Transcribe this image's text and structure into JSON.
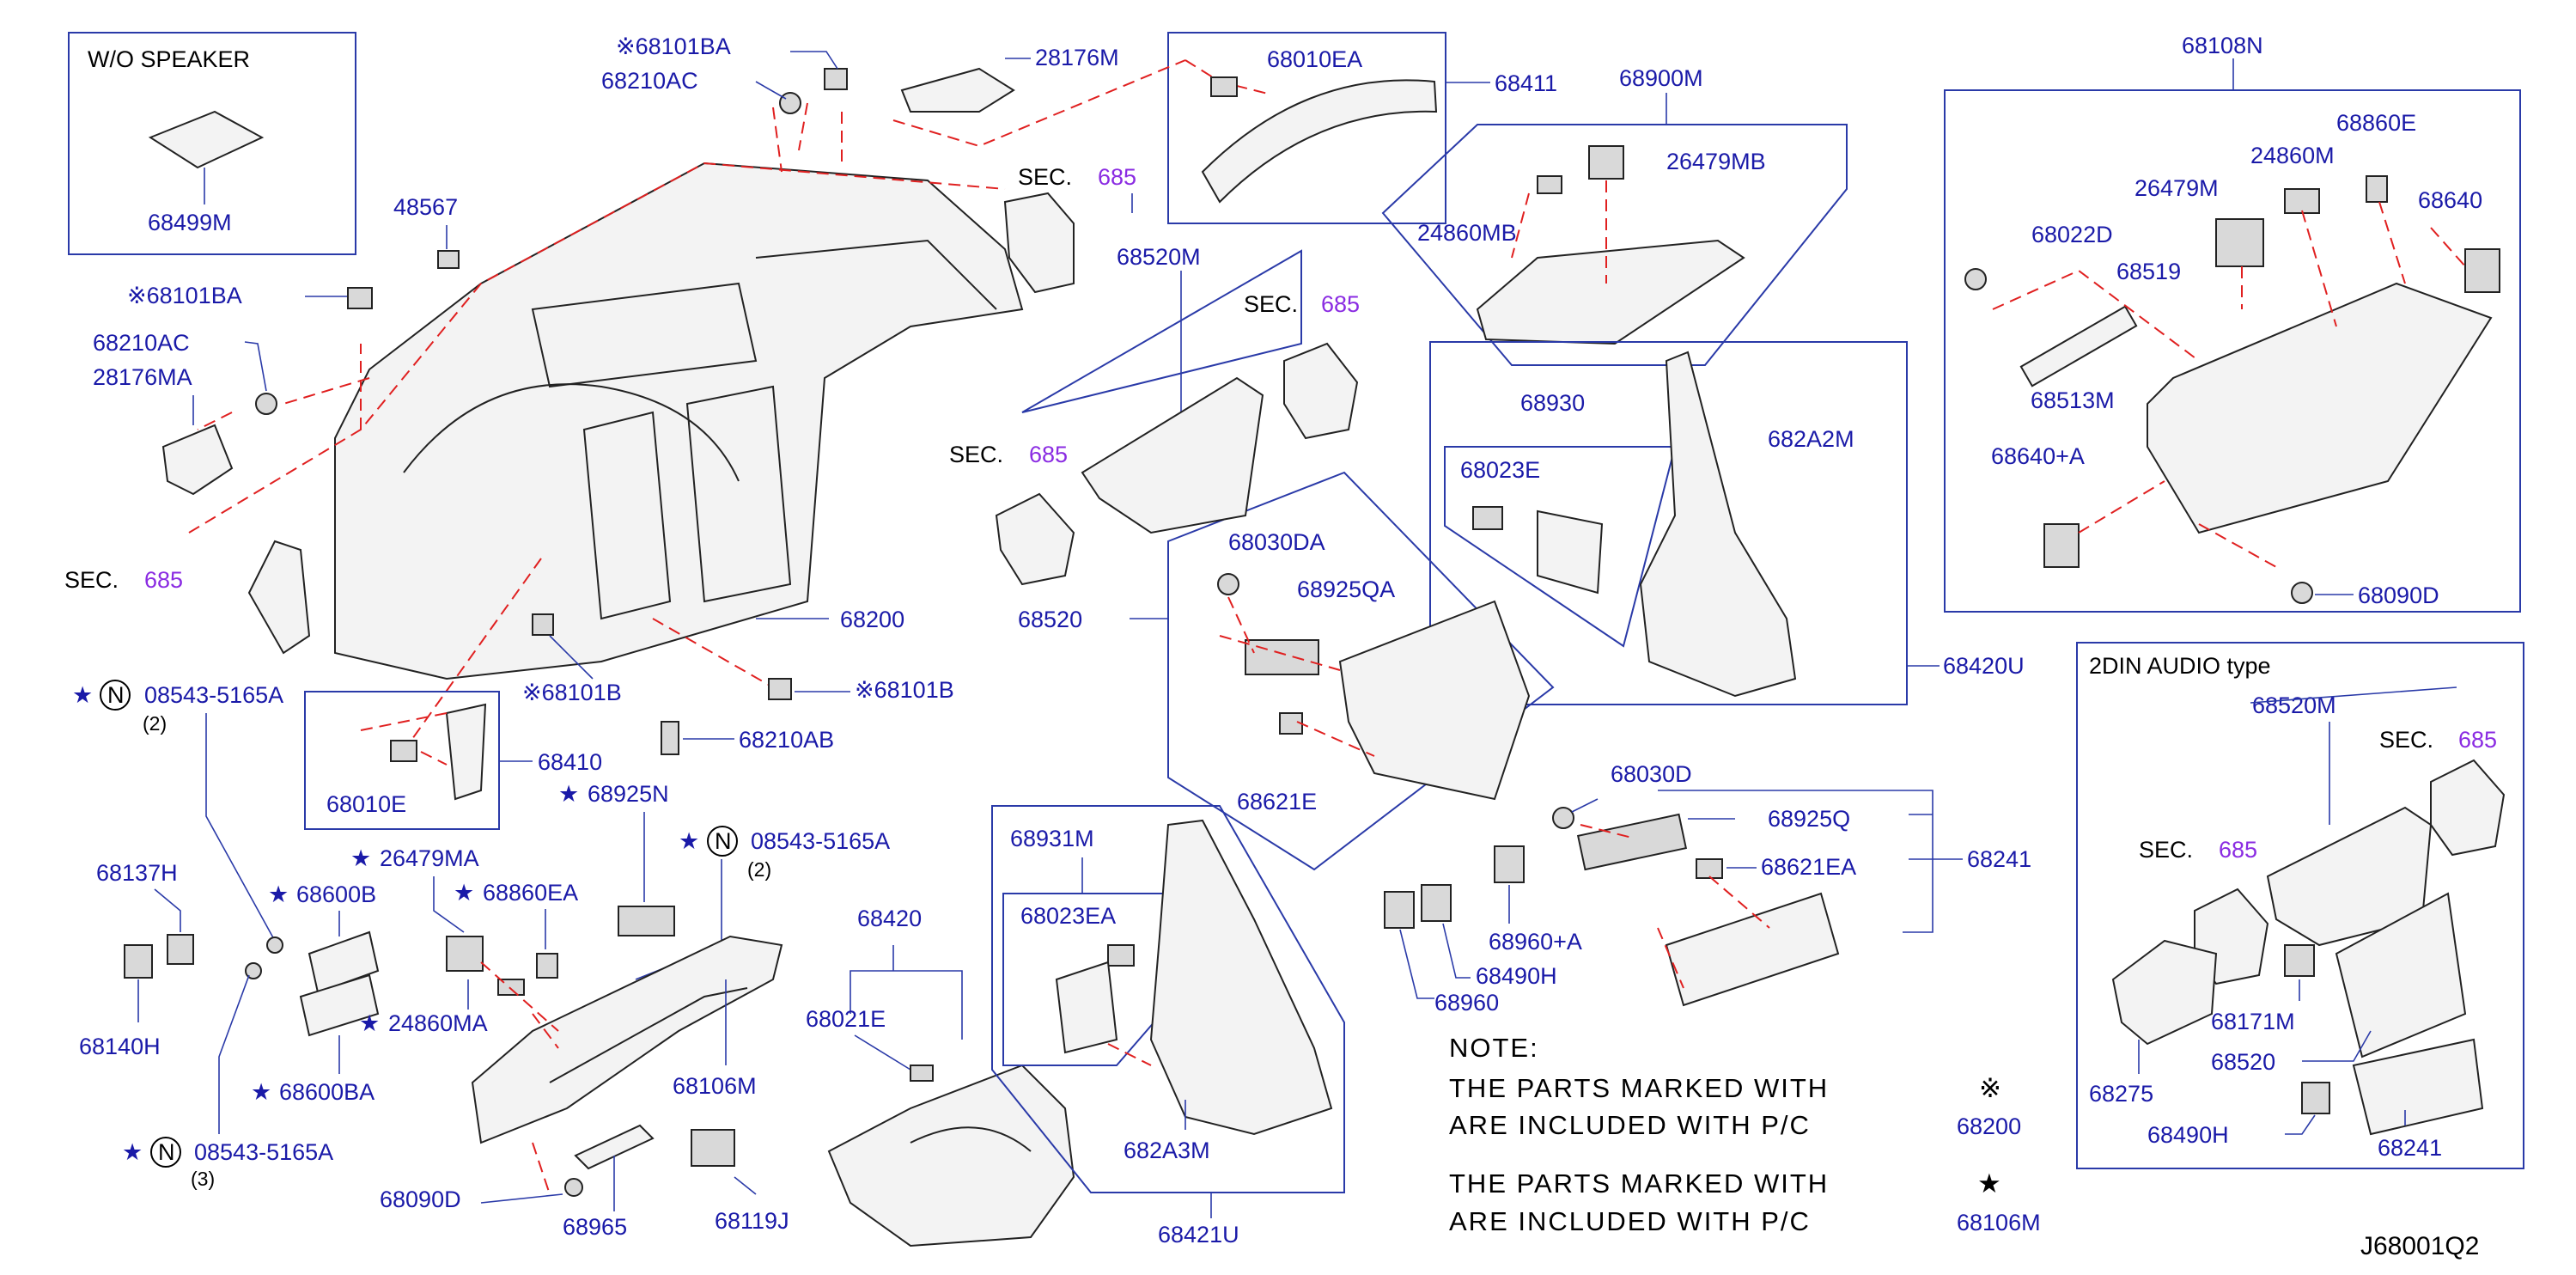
{
  "figure_id": "J68001Q2",
  "colors": {
    "label": "#1a1aa8",
    "section_ref": "#8a2be2",
    "leader": "#2a3aa8",
    "dashed": "#e02020",
    "text": "#000000"
  },
  "boxes": {
    "wo_speaker": {
      "title": "W/O   SPEAKER",
      "part": "68499M"
    },
    "audio_2din": {
      "title": "2DIN   AUDIO   type"
    }
  },
  "sec": {
    "prefix": "SEC.",
    "num": "685"
  },
  "labels": {
    "l68101BA_top": "※68101BA",
    "l68210AC_top": "68210AC",
    "l28176M": "28176M",
    "l68010EA": "68010EA",
    "l68411": "68411",
    "l68900M": "68900M",
    "l26479MB": "26479MB",
    "l24860MB": "24860MB",
    "l68108N": "68108N",
    "l68860E": "68860E",
    "l24860M": "24860M",
    "l26479M": "26479M",
    "l68640": "68640",
    "l68022D": "68022D",
    "l68519": "68519",
    "l68513M": "68513M",
    "l68640A": "68640+A",
    "l68090D_r": "68090D",
    "l48567": "48567",
    "l68101BA_left": "※68101BA",
    "l68210AC_left": "68210AC",
    "l28176MA": "28176MA",
    "l68520M": "68520M",
    "l68930": "68930",
    "l68023E": "68023E",
    "l682A2M": "682A2M",
    "l68420U": "68420U",
    "l68030DA": "68030DA",
    "l68925QA": "68925QA",
    "l68520": "68520",
    "l68621E": "68621E",
    "l68200": "68200",
    "l68101B_a": "※68101B",
    "l68101B_b": "※68101B",
    "l68210AB": "68210AB",
    "l68410": "68410",
    "l68010E": "68010E",
    "l08543_1": "08543-5165A",
    "l08543_1q": "(2)",
    "l68925N": "68925N",
    "l08543_2": "08543-5165A",
    "l08543_2q": "(2)",
    "l26479MA": "26479MA",
    "l68860EA": "68860EA",
    "l68600B": "68600B",
    "l68137H": "68137H",
    "l68140H": "68140H",
    "l24860MA": "24860MA",
    "l68600BA": "68600BA",
    "l68106M": "68106M",
    "l08543_3": "08543-5165A",
    "l08543_3q": "(3)",
    "l68090D_l": "68090D",
    "l68965": "68965",
    "l68119J": "68119J",
    "l68420": "68420",
    "l68021E": "68021E",
    "l68931M": "68931M",
    "l68023EA": "68023EA",
    "l682A3M": "682A3M",
    "l68421U": "68421U",
    "l68030D": "68030D",
    "l68925Q": "68925Q",
    "l68621EA": "68621EA",
    "l68241": "68241",
    "l68960A": "68960+A",
    "l68490H": "68490H",
    "l68960": "68960",
    "a68520M": "68520M",
    "a68171M": "68171M",
    "a68520": "68520",
    "a68275": "68275",
    "a68490H": "68490H",
    "a68241": "68241",
    "star": "★",
    "n": "N"
  },
  "note": {
    "title": "NOTE:",
    "line1": "THE   PARTS   MARKED   WITH",
    "line2": "ARE   INCLUDED   WITH   P/C",
    "mark1": "※",
    "ref1": "68200",
    "line3": "THE   PARTS   MARKED   WITH",
    "line4": "ARE   INCLUDED   WITH   P/C",
    "mark2": "★",
    "ref2": "68106M"
  }
}
